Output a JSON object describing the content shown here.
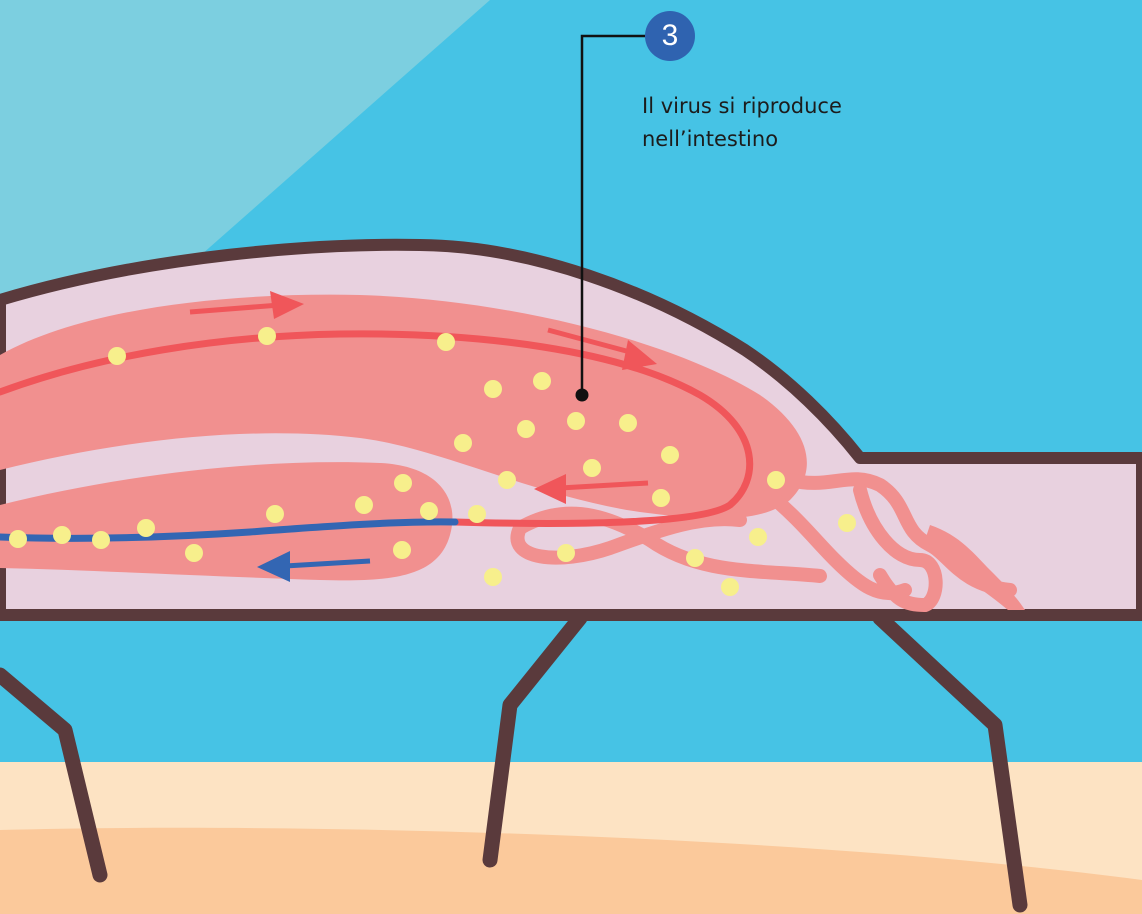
{
  "annotation": {
    "step_number": "3",
    "caption_lines": [
      "Il virus si riproduce",
      "nell’intestino"
    ]
  },
  "colors": {
    "sky": "#46c3e5",
    "light_beam": "#7ccfe0",
    "sand_light": "#fde3c3",
    "sand": "#fbc99b",
    "body_outline": "#5a3a3c",
    "body_fill": "#e8d1df",
    "intestine": "#f1908f",
    "intestine_line": "#f0565a",
    "blood_vessel": "#3366b3",
    "virus_particle": "#f7ef8c",
    "badge": "#2f63b0"
  },
  "icons": [
    "virus-particle-icon",
    "flow-arrow-icon",
    "leader-line"
  ]
}
